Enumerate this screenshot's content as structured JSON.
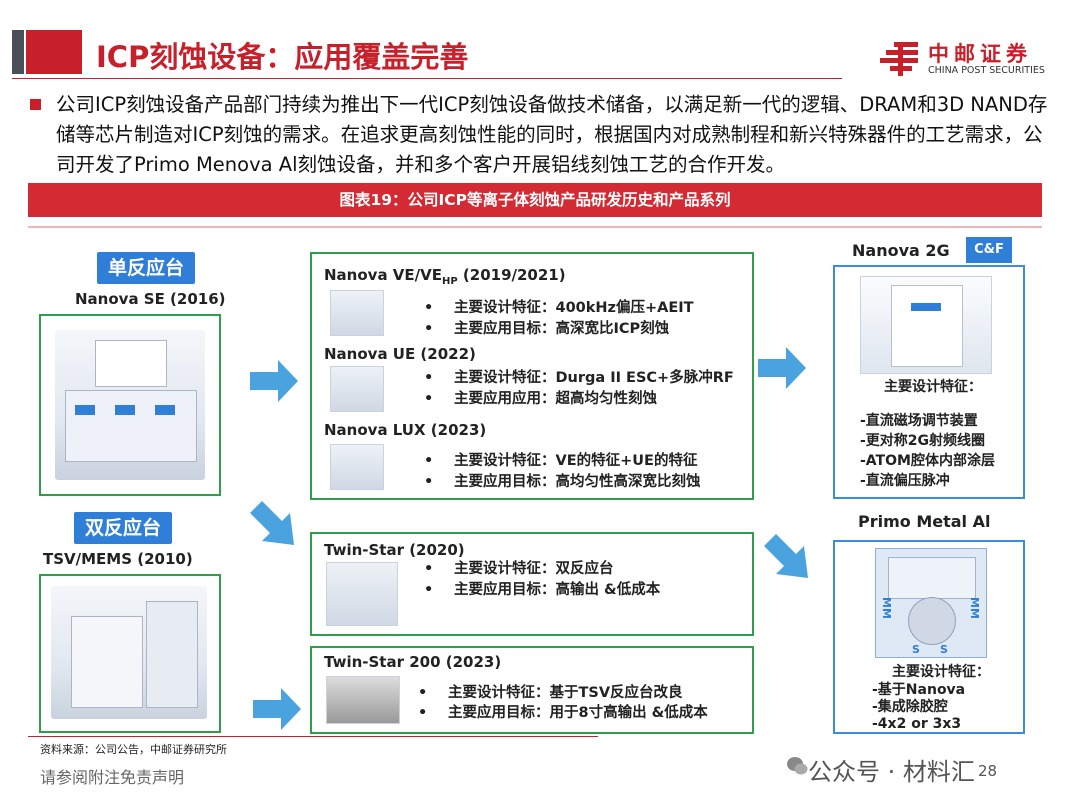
{
  "header": {
    "title": "ICP刻蚀设备：应用覆盖完善",
    "logo_cn": "中邮证券",
    "logo_en": "CHINA POST SECURITIES"
  },
  "intro": {
    "paragraph": "公司ICP刻蚀设备产品部门持续为推出下一代ICP刻蚀设备做技术储备，以满足新一代的逻辑、DRAM和3D NAND存储等芯片制造对ICP刻蚀的需求。在追求更高刻蚀性能的同时，根据国内对成熟制程和新兴特殊器件的工艺需求，公司开发了Primo Menova Al刻蚀设备，并和多个客户开展铝线刻蚀工艺的合作开发。"
  },
  "figure": {
    "title": "图表19：公司ICP等离子体刻蚀产品研发历史和产品系列",
    "single": {
      "tag": "单反应台",
      "model": "Nanova SE (2016)"
    },
    "dual": {
      "tag": "双反应台",
      "model": "TSV/MEMS (2010)"
    },
    "top_box": [
      {
        "model": "Nanova VE/VE",
        "model_sub": "HP",
        "model_tail": " (2019/2021)",
        "f1": "主要设计特征：400kHz偏压+AEIT",
        "f2": "主要应用目标：高深宽比ICP刻蚀"
      },
      {
        "model": "Nanova UE (2022)",
        "model_sub": "",
        "model_tail": "",
        "f1": "主要设计特征：Durga II ESC+多脉冲RF",
        "f2": "主要应用应用：超高均匀性刻蚀"
      },
      {
        "model": "Nanova LUX (2023)",
        "model_sub": "",
        "model_tail": "",
        "f1": "主要设计特征：VE的特征+UE的特征",
        "f2": "主要应用目标：高均匀性高深宽比刻蚀"
      }
    ],
    "twin": {
      "model": "Twin-Star (2020)",
      "f1": "主要设计特征：双反应台",
      "f2": "主要应用目标：高输出 &低成本"
    },
    "twin200": {
      "model": "Twin-Star 200 (2023)",
      "f1": "主要设计特征：基于TSV反应台改良",
      "f2": "主要应用目标：用于8寸高输出 &低成本"
    },
    "nanova2g": {
      "model": "Nanova 2G",
      "badge": "C&F",
      "head": "主要设计特征：",
      "items": [
        "-直流磁场调节装置",
        "-更对称2G射频线圈",
        "-ATOM腔体内部涂层",
        "-直流偏压脉冲"
      ]
    },
    "primo": {
      "model": "Primo Metal Al",
      "head": "主要设计特征：",
      "items": [
        "-基于Nanova",
        "-集成除胶腔",
        "-4x2 or 3x3"
      ],
      "marks": [
        "MM",
        "MM",
        "S",
        "S"
      ]
    },
    "bullet": "•"
  },
  "footer": {
    "source": "资料来源：公司公告，中邮证券研究所",
    "disclaimer": "请参阅附注免责声明",
    "watermark": "公众号 · 材料汇",
    "page": "28"
  },
  "colors": {
    "brand_red": "#c8202a",
    "banner_red": "#d42a33",
    "tag_blue": "#2f7fd9",
    "box_green": "#2e9e4a",
    "arrow_blue": "#4aa3df"
  }
}
